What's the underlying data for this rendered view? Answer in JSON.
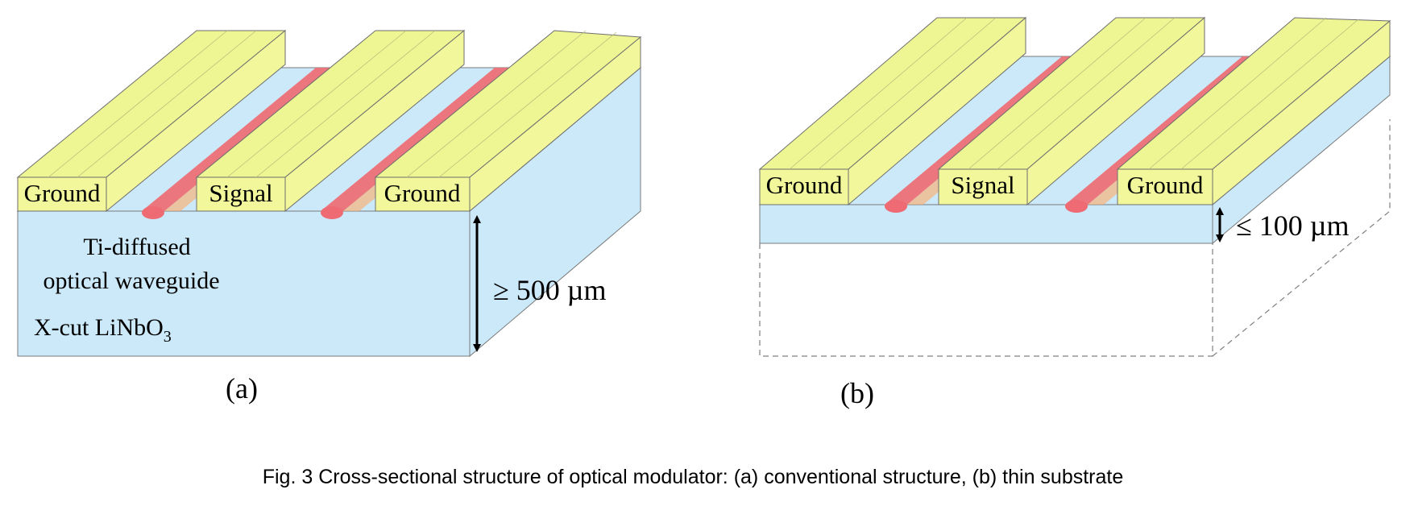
{
  "panel_a": {
    "electrodes": [
      "Ground",
      "Signal",
      "Ground"
    ],
    "waveguide_label_line1": "Ti-diffused",
    "waveguide_label_line2": "optical waveguide",
    "substrate_label_main": "X-cut LiNbO",
    "substrate_label_sub": "3",
    "thickness_label": "≥ 500 µm",
    "panel_label": "(a)"
  },
  "panel_b": {
    "electrodes": [
      "Ground",
      "Signal",
      "Ground"
    ],
    "thickness_label": "≤ 100 µm",
    "panel_label": "(b)"
  },
  "caption": "Fig. 3 Cross-sectional structure of optical modulator: (a) conventional structure, (b) thin substrate",
  "colors": {
    "substrate": "#cce9f9",
    "electrode": "#f1f79a",
    "electrode_top": "#eef593",
    "waveguide": "#ee6b73",
    "outline": "#7a7a7a"
  }
}
